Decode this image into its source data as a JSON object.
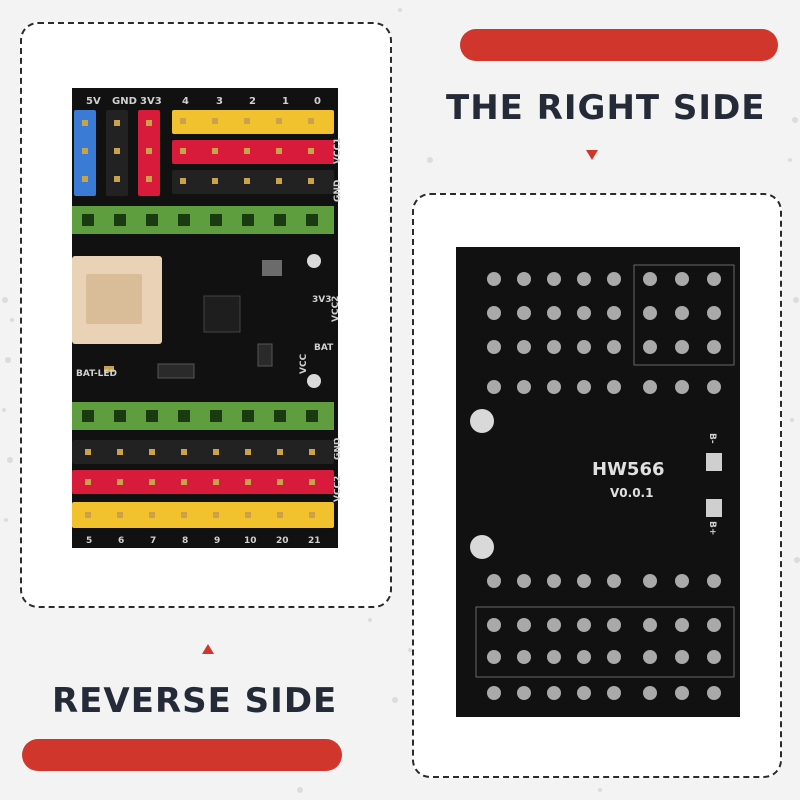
{
  "headings": {
    "right_side": "THE RIGHT SIDE",
    "reverse_side": "REVERSE SIDE"
  },
  "front_board": {
    "top_labels": [
      "5V",
      "GND",
      "3V3",
      "4",
      "3",
      "2",
      "1",
      "0"
    ],
    "side_labels": [
      "VCC1",
      "GND",
      "3V3",
      "VCC2",
      "BAT",
      "VCC",
      "VCC2",
      "GND"
    ],
    "led_label": "BAT-LED",
    "bottom_labels": [
      "5",
      "6",
      "7",
      "8",
      "9",
      "10",
      "20",
      "21"
    ]
  },
  "back_board": {
    "model": "HW566",
    "version": "V0.0.1",
    "pad_minus": "B-",
    "pad_plus": "B+"
  },
  "colors": {
    "accent_red": "#d0362c",
    "heading_text": "#252a38",
    "pcb": "#111111",
    "header_green": "#5f9e3e",
    "pin_yellow": "#f2c12e",
    "pin_red": "#d81b3a",
    "pin_blue": "#3a7bd5",
    "pin_black": "#222222"
  }
}
